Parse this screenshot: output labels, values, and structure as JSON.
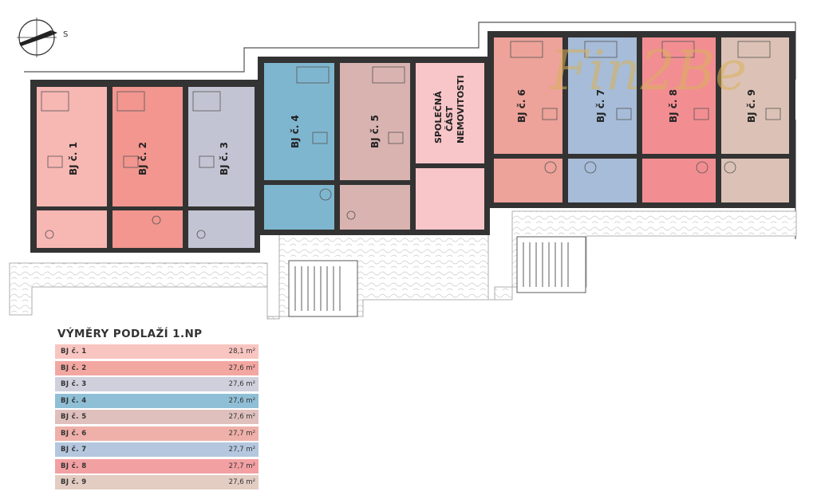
{
  "plan": {
    "compass_label": "S",
    "watermark": "Fin2Be",
    "common_area_label": [
      "SPOLEČNÁ",
      "ČÁST",
      "NEMOVITOSTI"
    ],
    "units": [
      {
        "label": "BJ č. 1",
        "color": "#f7b7b3"
      },
      {
        "label": "BJ č. 2",
        "color": "#f2968f"
      },
      {
        "label": "BJ č. 3",
        "color": "#c3c4d3"
      },
      {
        "label": "BJ č. 4",
        "color": "#7fb6cf"
      },
      {
        "label": "BJ č. 5",
        "color": "#d9b3b0"
      },
      {
        "label": "BJ č. 6",
        "color": "#eda29a"
      },
      {
        "label": "BJ č. 7",
        "color": "#a6bcd8"
      },
      {
        "label": "BJ č. 8",
        "color": "#f28e92"
      },
      {
        "label": "BJ č. 9",
        "color": "#dcc2b6"
      }
    ],
    "common_color": "#f8c6c8"
  },
  "areas": {
    "title": "VÝMĚRY PODLAŽÍ 1.NP",
    "unit_suffix": "m²",
    "rows": [
      {
        "label": "BJ č. 1",
        "value": "28,1",
        "color": "#f8c5c1"
      },
      {
        "label": "BJ č. 2",
        "value": "27,6",
        "color": "#f3a7a1"
      },
      {
        "label": "BJ č. 3",
        "value": "27,6",
        "color": "#cfd0dc"
      },
      {
        "label": "BJ č. 4",
        "value": "27,6",
        "color": "#8fbfd6"
      },
      {
        "label": "BJ č. 5",
        "value": "27,6",
        "color": "#dfc0bd"
      },
      {
        "label": "BJ č. 6",
        "value": "27,7",
        "color": "#efb0a9"
      },
      {
        "label": "BJ č. 7",
        "value": "27,7",
        "color": "#b4c7de"
      },
      {
        "label": "BJ č. 8",
        "value": "27,7",
        "color": "#f3a0a3"
      },
      {
        "label": "BJ č. 9",
        "value": "27,6",
        "color": "#e3ccc2"
      }
    ]
  }
}
